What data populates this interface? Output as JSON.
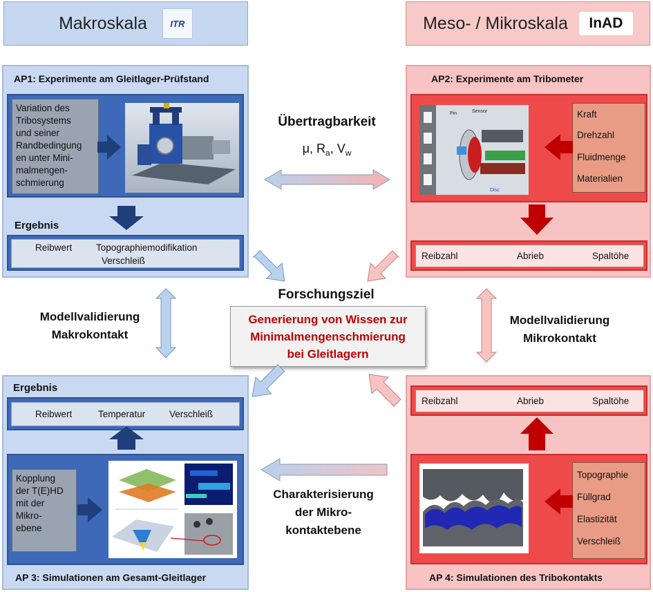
{
  "headers": {
    "left": "Makroskala",
    "left_logo": "ITR",
    "right": "Meso- / Mikroskala",
    "right_logo": "InAD"
  },
  "ap1": {
    "title": "AP1: Experimente am Gleitlager-Prüfstand",
    "description": [
      "Variation des",
      "Tribosystems",
      "und seiner",
      "Randbedingung",
      "en unter Mini-",
      "malmengen-",
      "schmierung"
    ],
    "result_label": "Ergebnis",
    "results": [
      "Reibwert",
      "Topographiemodifikation",
      "Verschleiß"
    ]
  },
  "ap2": {
    "title": "AP2: Experimente am Tribometer",
    "image_labels": [
      "Pin",
      "Sensor",
      "Disc"
    ],
    "params": [
      "Kraft",
      "Drehzahl",
      "Fluidmenge",
      "Materialien"
    ],
    "results": [
      "Reibzahl",
      "Abrieb",
      "Spaltöhe"
    ]
  },
  "transfer": {
    "title": "Übertragbarkeit",
    "mu": "μ,",
    "r": "R",
    "r_sub": "a",
    "v": ", V",
    "v_sub": "w"
  },
  "goal": {
    "title": "Forschungsziel",
    "lines": [
      "Generierung von Wissen zur",
      "Minimalmengenschmierung",
      "bei Gleitlagern"
    ]
  },
  "validation_macro": [
    "Modellvalidierung",
    "Makrokontakt"
  ],
  "validation_micro": [
    "Modellvalidierung",
    "Mikrokontakt"
  ],
  "characterization": [
    "Charakterisierung",
    "der Mikro-",
    "kontaktebene"
  ],
  "ap3": {
    "title": "AP 3: Simulationen am Gesamt-Gleitlager",
    "result_label": "Ergebnis",
    "results": [
      "Reibwert",
      "Temperatur",
      "Verschleiß"
    ],
    "description": [
      "Kopplung",
      "der T(E)HD",
      "mit der",
      "Mikro-",
      "ebene"
    ]
  },
  "ap4": {
    "title": "AP 4: Simulationen des Tribokontakts",
    "results": [
      "Reibzahl",
      "Abrieb",
      "Spaltöhe"
    ],
    "params": [
      "Topographie",
      "Füllgrad",
      "Elastizität",
      "Verschleiß"
    ]
  },
  "colors": {
    "blue_panel": "#c9d9f1",
    "blue_box": "#3d69b8",
    "red_panel": "#f8c3c3",
    "red_box": "#ef4a4a",
    "goal_text": "#c00000",
    "dark_arrow_blue": "#1f3f7a",
    "dark_arrow_red": "#c00000"
  }
}
